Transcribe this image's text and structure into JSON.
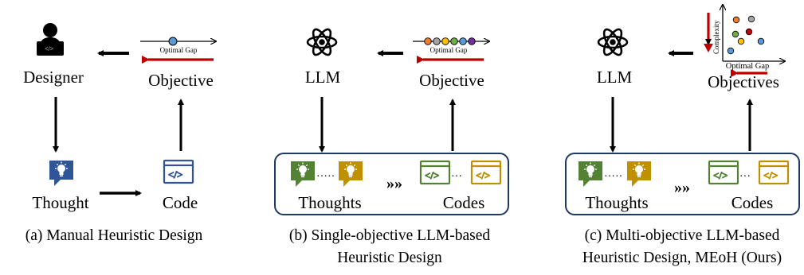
{
  "panel_a": {
    "designer_label": "Designer",
    "objective_label": "Objective",
    "gap_label": "Optimal Gap",
    "thought_label": "Thought",
    "code_label": "Code",
    "caption": "(a) Manual Heuristic Design"
  },
  "panel_b": {
    "llm_label": "LLM",
    "objective_label": "Objective",
    "gap_label": "Optimal Gap",
    "thoughts_label": "Thoughts",
    "codes_label": "Codes",
    "caption_line1": "(b) Single-objective LLM-based",
    "caption_line2": "Heuristic Design"
  },
  "panel_c": {
    "llm_label": "LLM",
    "objectives_label": "Objectives",
    "gap_label": "Optimal Gap",
    "complexity_label": "Complexity",
    "thoughts_label": "Thoughts",
    "codes_label": "Codes",
    "caption_line1": "(c) Multi-objective LLM-based",
    "caption_line2": "Heuristic Design, MEoH (Ours)"
  },
  "colors": {
    "black": "#000000",
    "blue_thought": "#2f5597",
    "blue_code": "#2f5597",
    "green": "#548235",
    "gold": "#bf9000",
    "red": "#c00000",
    "box_border": "#1f3864",
    "dot_blue": "#5b9bd5",
    "dot_orange": "#ed7d31",
    "dot_gray": "#a5a5a5",
    "dot_yellow": "#ffc000",
    "dot_green": "#70ad47",
    "dot_darkred": "#c00000",
    "dot_purple": "#7030a0"
  }
}
